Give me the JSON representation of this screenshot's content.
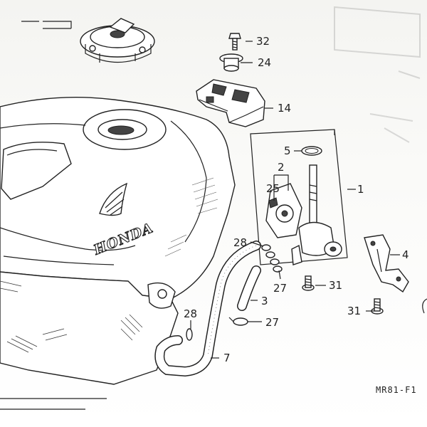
{
  "diagram": {
    "brand_text": "HONDA",
    "drawing_code": "MR81-F1",
    "callouts": {
      "c1": "1",
      "c2": "2",
      "c3": "3",
      "c4": "4",
      "c5": "5",
      "c7": "7",
      "c14": "14",
      "c24": "24",
      "c25": "25",
      "c27a": "27",
      "c27b": "27",
      "c28a": "28",
      "c28b": "28",
      "c31a": "31",
      "c31b": "31",
      "c32": "32"
    }
  }
}
